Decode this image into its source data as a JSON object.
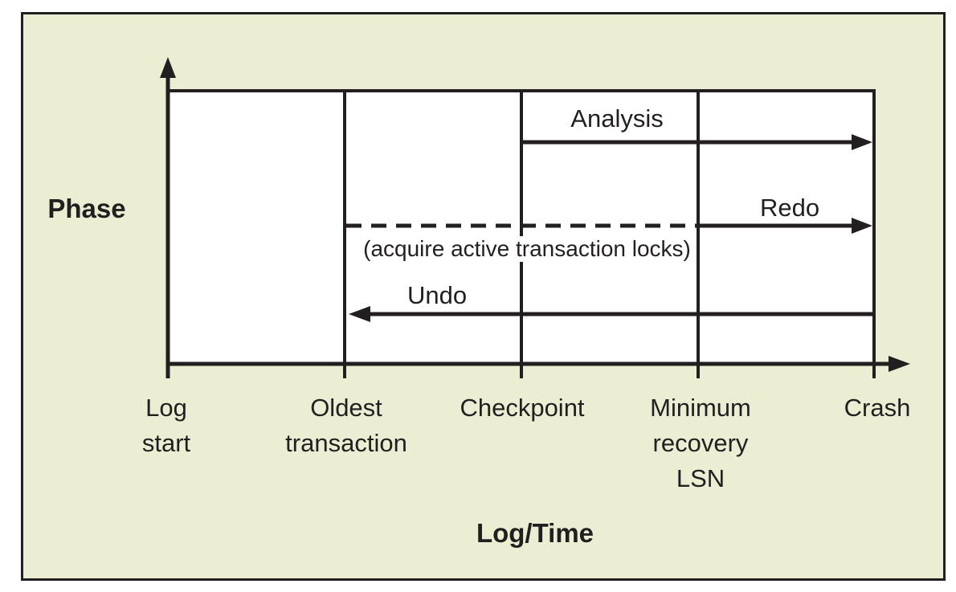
{
  "figure": {
    "phase_axis_label": "Phase",
    "time_axis_label": "Log/Time",
    "analysis_label": "Analysis",
    "redo_label": "Redo",
    "undo_label": "Undo",
    "locks_note": "(acquire active transaction locks)",
    "ticks": {
      "log_start": [
        "Log",
        "start"
      ],
      "oldest_transaction": [
        "Oldest",
        "transaction"
      ],
      "checkpoint": [
        "Checkpoint"
      ],
      "minimum_recovery_lsn": [
        "Minimum",
        "recovery",
        "LSN"
      ],
      "crash": [
        "Crash"
      ]
    },
    "colors": {
      "background": "#ebeed2",
      "line": "#231f20",
      "plot_background": "#ffffff"
    }
  }
}
